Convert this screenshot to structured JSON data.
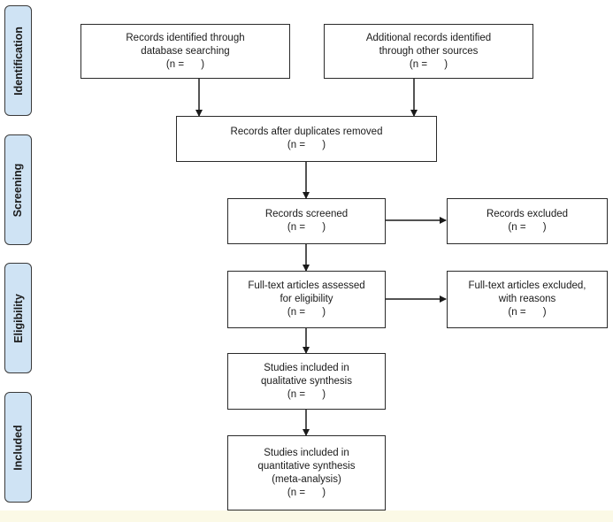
{
  "stages": [
    {
      "id": "identification",
      "label": "Identification"
    },
    {
      "id": "screening",
      "label": "Screening"
    },
    {
      "id": "eligibility",
      "label": "Eligibility"
    },
    {
      "id": "included",
      "label": "Included"
    }
  ],
  "boxes": {
    "database_search": {
      "lines": [
        "Records identified through",
        "database searching",
        "(n =      )"
      ]
    },
    "other_sources": {
      "lines": [
        "Additional records identified",
        "through other sources",
        "(n =      )"
      ]
    },
    "duplicates_removed": {
      "lines": [
        "Records after duplicates removed",
        "(n =      )"
      ]
    },
    "screened": {
      "lines": [
        "Records screened",
        "(n =      )"
      ]
    },
    "excluded": {
      "lines": [
        "Records excluded",
        "(n =      )"
      ]
    },
    "fulltext_assessed": {
      "lines": [
        "Full-text articles assessed",
        "for eligibility",
        "(n =      )"
      ]
    },
    "fulltext_excluded": {
      "lines": [
        "Full-text articles excluded,",
        "with reasons",
        "(n =      )"
      ]
    },
    "qualitative": {
      "lines": [
        "Studies included in",
        "qualitative synthesis",
        "(n =      )"
      ]
    },
    "quantitative": {
      "lines": [
        "Studies included in",
        "quantitative synthesis",
        "(meta-analysis)",
        "(n =      )"
      ]
    }
  },
  "colors": {
    "stage_fill": "#cfe3f4",
    "border": "#2a2a2a",
    "arrow": "#1a1a1a"
  }
}
